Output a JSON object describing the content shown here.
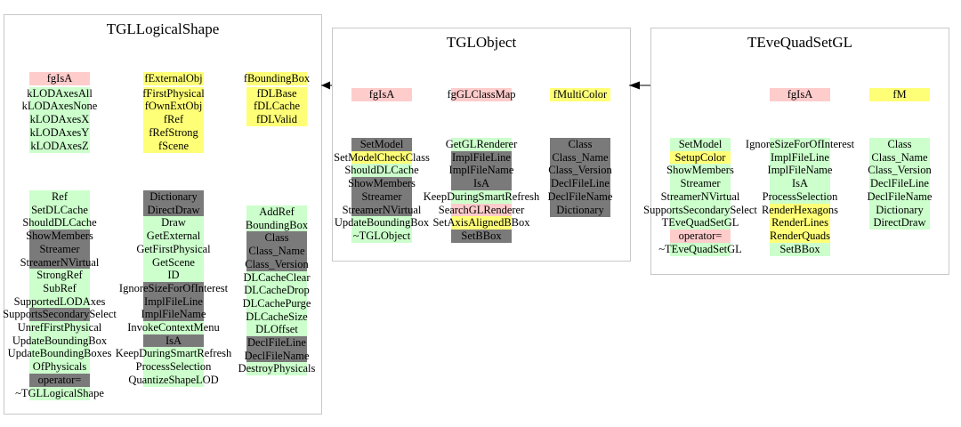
{
  "palette": {
    "p": "#ffcccc",
    "g": "#ccffcc",
    "y": "#ffff77",
    "d": "#7a7a7a",
    "n": "transparent"
  },
  "classes": [
    {
      "title": "TGLLogicalShape",
      "fields": [
        [
          {
            "t": "fgIsA",
            "c": "p"
          },
          {
            "t": "kLODAxesAll",
            "c": "g"
          },
          {
            "t": "kLODAxesNone",
            "c": "g"
          },
          {
            "t": "kLODAxesX",
            "c": "g"
          },
          {
            "t": "kLODAxesY",
            "c": "g"
          },
          {
            "t": "kLODAxesZ",
            "c": "g"
          }
        ],
        [
          {
            "t": "fExternalObj",
            "c": "y"
          },
          {
            "t": "fFirstPhysical",
            "c": "y"
          },
          {
            "t": "fOwnExtObj",
            "c": "y"
          },
          {
            "t": "fRef",
            "c": "y"
          },
          {
            "t": "fRefStrong",
            "c": "y"
          },
          {
            "t": "fScene",
            "c": "y"
          }
        ],
        [
          {
            "t": "fBoundingBox",
            "c": "y"
          },
          {
            "t": "fDLBase",
            "c": "y"
          },
          {
            "t": "fDLCache",
            "c": "y"
          },
          {
            "t": "fDLValid",
            "c": "y"
          }
        ]
      ],
      "methods": [
        [
          {
            "t": "Ref",
            "c": "g"
          },
          {
            "t": "SetDLCache",
            "c": "g"
          },
          {
            "t": "ShouldDLCache",
            "c": "g"
          },
          {
            "t": "ShowMembers",
            "c": "d"
          },
          {
            "t": "Streamer",
            "c": "d"
          },
          {
            "t": "StreamerNVirtual",
            "c": "d"
          },
          {
            "t": "StrongRef",
            "c": "g"
          },
          {
            "t": "SubRef",
            "c": "g"
          },
          {
            "t": "SupportedLODAxes",
            "c": "g"
          },
          {
            "t": "SupportsSecondarySelect",
            "c": "d"
          },
          {
            "t": "UnrefFirstPhysical",
            "c": "g"
          },
          {
            "t": "UpdateBoundingBox",
            "c": "g"
          },
          {
            "t": "UpdateBoundingBoxesOfPhysicals",
            "c": "g"
          },
          {
            "t": "operator=",
            "c": "d"
          },
          {
            "t": "~TGLLogicalShape",
            "c": "g"
          }
        ],
        [
          {
            "t": "Dictionary",
            "c": "d"
          },
          {
            "t": "DirectDraw",
            "c": "d"
          },
          {
            "t": "Draw",
            "c": "g"
          },
          {
            "t": "GetExternal",
            "c": "g"
          },
          {
            "t": "GetFirstPhysical",
            "c": "g"
          },
          {
            "t": "GetScene",
            "c": "g"
          },
          {
            "t": "ID",
            "c": "g"
          },
          {
            "t": "IgnoreSizeForOfInterest",
            "c": "d"
          },
          {
            "t": "ImplFileLine",
            "c": "d"
          },
          {
            "t": "ImplFileName",
            "c": "d"
          },
          {
            "t": "InvokeContextMenu",
            "c": "g"
          },
          {
            "t": "IsA",
            "c": "d"
          },
          {
            "t": "KeepDuringSmartRefresh",
            "c": "g"
          },
          {
            "t": "ProcessSelection",
            "c": "g"
          },
          {
            "t": "QuantizeShapeLOD",
            "c": "g"
          }
        ],
        [
          {
            "t": "AddRef",
            "c": "g"
          },
          {
            "t": "BoundingBox",
            "c": "g"
          },
          {
            "t": "Class",
            "c": "d"
          },
          {
            "t": "Class_Name",
            "c": "d"
          },
          {
            "t": "Class_Version",
            "c": "d"
          },
          {
            "t": "DLCacheClear",
            "c": "g"
          },
          {
            "t": "DLCacheDrop",
            "c": "g"
          },
          {
            "t": "DLCachePurge",
            "c": "g"
          },
          {
            "t": "DLCacheSize",
            "c": "g"
          },
          {
            "t": "DLOffset",
            "c": "g"
          },
          {
            "t": "DeclFileLine",
            "c": "d"
          },
          {
            "t": "DeclFileName",
            "c": "d"
          },
          {
            "t": "DestroyPhysicals",
            "c": "g"
          }
        ]
      ]
    },
    {
      "title": "TGLObject",
      "fields": [
        [
          {
            "t": "fgIsA",
            "c": "p"
          }
        ],
        [
          {
            "t": "fgGLClassMap",
            "c": "p"
          }
        ],
        [
          {
            "t": "fMultiColor",
            "c": "y"
          }
        ]
      ],
      "methods": [
        [
          {
            "t": "SetModel",
            "c": "d"
          },
          {
            "t": "SetModelCheckClass",
            "c": "y"
          },
          {
            "t": "ShouldDLCache",
            "c": "g"
          },
          {
            "t": "ShowMembers",
            "c": "d"
          },
          {
            "t": "Streamer",
            "c": "d"
          },
          {
            "t": "StreamerNVirtual",
            "c": "d"
          },
          {
            "t": "UpdateBoundingBox",
            "c": "g"
          },
          {
            "t": "~TGLObject",
            "c": "g"
          }
        ],
        [
          {
            "t": "GetGLRenderer",
            "c": "g"
          },
          {
            "t": "ImplFileLine",
            "c": "d"
          },
          {
            "t": "ImplFileName",
            "c": "d"
          },
          {
            "t": "IsA",
            "c": "d"
          },
          {
            "t": "KeepDuringSmartRefresh",
            "c": "g"
          },
          {
            "t": "SearchGLRenderer",
            "c": "p"
          },
          {
            "t": "SetAxisAlignedBBox",
            "c": "y"
          },
          {
            "t": "SetBBox",
            "c": "d"
          }
        ],
        [
          {
            "t": "Class",
            "c": "d"
          },
          {
            "t": "Class_Name",
            "c": "d"
          },
          {
            "t": "Class_Version",
            "c": "d"
          },
          {
            "t": "DeclFileLine",
            "c": "d"
          },
          {
            "t": "DeclFileName",
            "c": "d"
          },
          {
            "t": "Dictionary",
            "c": "d"
          }
        ]
      ]
    },
    {
      "title": "TEveQuadSetGL",
      "fields": [
        [],
        [
          {
            "t": "fgIsA",
            "c": "p"
          }
        ],
        [
          {
            "t": "fM",
            "c": "y"
          }
        ]
      ],
      "methods": [
        [
          {
            "t": "SetModel",
            "c": "g"
          },
          {
            "t": "SetupColor",
            "c": "y"
          },
          {
            "t": "ShowMembers",
            "c": "g"
          },
          {
            "t": "Streamer",
            "c": "g"
          },
          {
            "t": "StreamerNVirtual",
            "c": "g"
          },
          {
            "t": "SupportsSecondarySelect",
            "c": "g"
          },
          {
            "t": "TEveQuadSetGL",
            "c": "g"
          },
          {
            "t": "operator=",
            "c": "p"
          },
          {
            "t": "~TEveQuadSetGL",
            "c": "g"
          }
        ],
        [
          {
            "t": "IgnoreSizeForOfInterest",
            "c": "g"
          },
          {
            "t": "ImplFileLine",
            "c": "g"
          },
          {
            "t": "ImplFileName",
            "c": "g"
          },
          {
            "t": "IsA",
            "c": "g"
          },
          {
            "t": "ProcessSelection",
            "c": "g"
          },
          {
            "t": "RenderHexagons",
            "c": "y"
          },
          {
            "t": "RenderLines",
            "c": "y"
          },
          {
            "t": "RenderQuads",
            "c": "y"
          },
          {
            "t": "SetBBox",
            "c": "g"
          }
        ],
        [
          {
            "t": "Class",
            "c": "g"
          },
          {
            "t": "Class_Name",
            "c": "g"
          },
          {
            "t": "Class_Version",
            "c": "g"
          },
          {
            "t": "DeclFileLine",
            "c": "g"
          },
          {
            "t": "DeclFileName",
            "c": "g"
          },
          {
            "t": "Dictionary",
            "c": "g"
          },
          {
            "t": "DirectDraw",
            "c": "g"
          }
        ]
      ]
    }
  ]
}
